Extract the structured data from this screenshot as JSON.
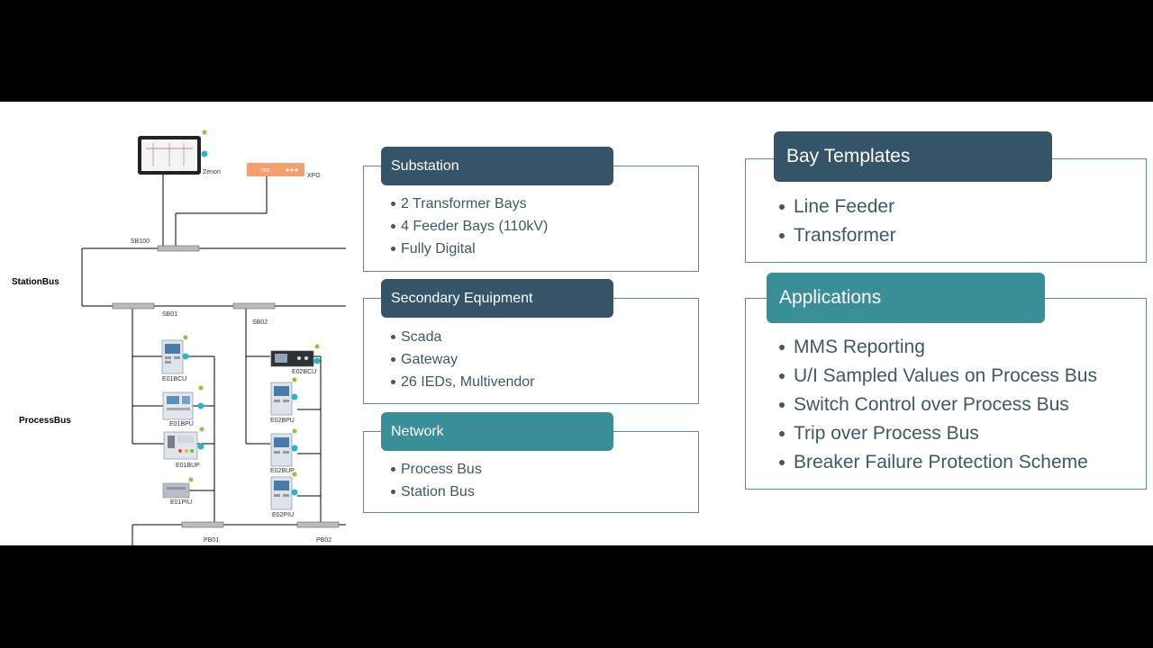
{
  "diagram": {
    "bus_labels": {
      "station": "StationBus",
      "process": "ProcessBus"
    },
    "device_labels": {
      "zenon": "Zenon",
      "xpg": "XPG",
      "sb100": "SB100",
      "sb01": "SB01",
      "sb02": "SB02",
      "e01bcu": "E01BCU",
      "e01bpu": "E01BPU",
      "e01bup": "E01BUP",
      "e01piu": "E01PIU",
      "e02bcu": "E02BCU",
      "e02bpu": "E02BPU",
      "e02bup": "E02BUP",
      "e02piu": "E02PIU",
      "pb01": "PB01",
      "pb02": "PB02"
    },
    "colors": {
      "xpg_box": "#f2a070",
      "status_dot": "#8cc63f",
      "link_badge": "#2ab3c9"
    }
  },
  "substation": {
    "title": "Substation",
    "items": [
      "2 Transformer Bays",
      "4 Feeder Bays (110kV)",
      "Fully Digital"
    ]
  },
  "secondary": {
    "title": "Secondary Equipment",
    "items": [
      "Scada",
      "Gateway",
      "26 IEDs, Multivendor"
    ]
  },
  "network": {
    "title": "Network",
    "items": [
      "Process Bus",
      "Station Bus"
    ]
  },
  "bay_templates": {
    "title": "Bay Templates",
    "items": [
      "Line Feeder",
      "Transformer"
    ]
  },
  "applications": {
    "title": "Applications",
    "items": [
      "MMS Reporting",
      "U/I Sampled Values on Process Bus",
      "Switch Control over Process Bus",
      "Trip over Process Bus",
      "Breaker Failure Protection Scheme"
    ]
  },
  "colors": {
    "header_dark": "#355468",
    "header_teal": "#3a8e98",
    "body_text": "#3f5868",
    "card_border": "#5a8a95"
  }
}
